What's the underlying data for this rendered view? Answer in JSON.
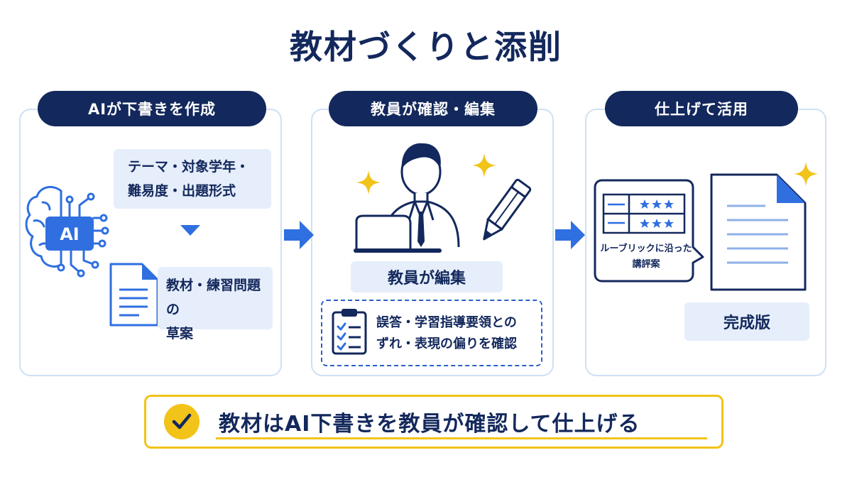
{
  "title": "教材づくりと添削",
  "steps": [
    {
      "label": "AIが下書きを作成"
    },
    {
      "label": "教員が確認・編集"
    },
    {
      "label": "仕上げて活用"
    }
  ],
  "step1": {
    "ai_chip": "AI",
    "input_lines": [
      "テーマ・対象学年・",
      "難易度・出題形式"
    ],
    "output_lines": [
      "教材・練習問題の",
      "草案"
    ]
  },
  "step2": {
    "edit_label": "教員が編集",
    "check_lines": [
      "誤答・学習指導要領との",
      "ずれ・表現の偏りを確認"
    ]
  },
  "step3": {
    "bubble_lines": [
      "ルーブリックに沿った",
      "講評案"
    ],
    "final_label": "完成版"
  },
  "summary": "教材はAI下書きを教員が確認して仕上げる",
  "colors": {
    "navy": "#13285c",
    "blue": "#2f6fe0",
    "light_blue": "#e6eefb",
    "panel_border": "#cfe0f4",
    "yellow": "#f2c318"
  }
}
